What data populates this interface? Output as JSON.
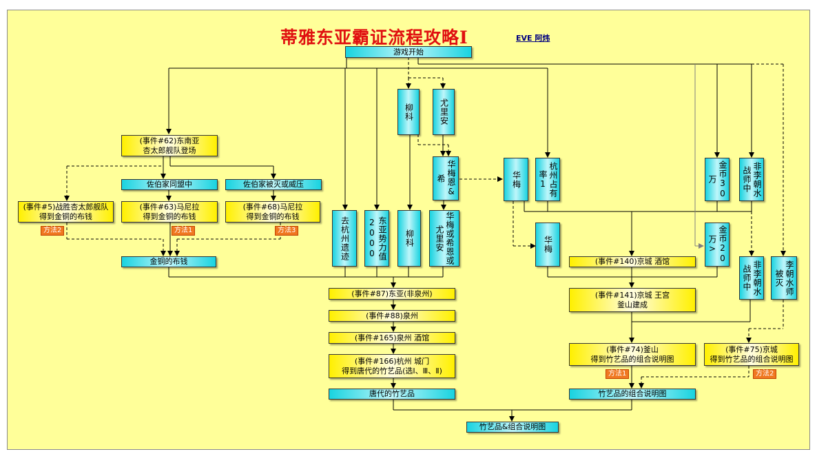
{
  "title": "蒂雅东亚霸证流程攻略Ⅰ",
  "author": "EVE 阿炜",
  "colors": {
    "background": "#ffff99",
    "cyan_node": "#19d3e0",
    "yellow_node": "#fff000",
    "method_tag": "#f07820"
  },
  "nodes": {
    "start": "游戏开始",
    "e62": "(事件#62)东南亚\n杏太郎舰队登场",
    "saeki_ally": "佐伯家同盟中",
    "saeki_threat": "佐伯家被灭或威压",
    "e5": "(事件#5)战胜杏太郎舰队\n得到金铜的布钱",
    "e63": "(事件#63)马尼拉\n得到金铜的布钱",
    "e68": "(事件#68)马尼拉\n得到金铜的布钱",
    "bronze_coin": "金铜的布钱",
    "liuke": "柳科",
    "youlian": "尤里安",
    "huamei_enxi": "华梅恩&希",
    "huamei_a": "华梅",
    "hangzhou_owned": "杭州占有率1",
    "gold30": "金币30万",
    "no_li_war_a": "非李朝水战师中",
    "go_hangzhou": "去杭州遗迹",
    "ea2000": "东亚势力值2000",
    "liuke_b": "柳科",
    "huamei_or": "华梅或希恩或尤里安",
    "huamei_b": "华梅",
    "gold20": "金币20万>",
    "no_li_war_b": "非李朝水战师中",
    "li_defeated": "李朝水师被灭",
    "e140": "(事件#140)京城 酒馆",
    "e141": "(事件#141)京城 王宫\n釜山建成",
    "e87": "(事件#87)东亚(非泉州)",
    "e88": "(事件#88)泉州",
    "e165": "(事件#165)泉州 酒馆",
    "e166": "(事件#166)杭州 城门\n得到唐代的竹艺品(选Ⅰ、Ⅲ、Ⅱ)",
    "tang_bamboo": "唐代的竹艺品",
    "e74": "(事件#74)釜山\n得到竹艺品的组合说明图",
    "e75": "(事件#75)京城\n得到竹艺品的组合说明图",
    "combo_diagram": "竹艺品的组合说明图",
    "final": "竹艺品&组合说明图"
  },
  "methods": {
    "m2_left": "方法2",
    "m1_left": "方法1",
    "m3": "方法3",
    "m1_right": "方法1",
    "m2_right": "方法2"
  }
}
